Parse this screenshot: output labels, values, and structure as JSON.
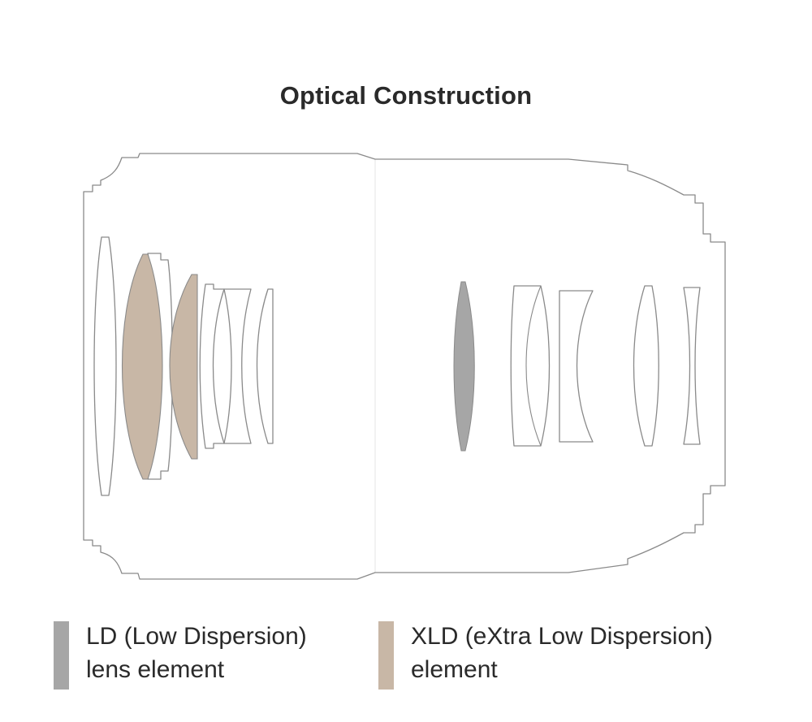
{
  "title": "Optical Construction",
  "colors": {
    "outline": "#8a8a8a",
    "ld_fill": "#a6a6a6",
    "xld_fill": "#c8b7a6",
    "background": "#ffffff"
  },
  "legend": [
    {
      "key": "ld",
      "line1": "LD (Low Dispersion)",
      "line2": "lens element",
      "color": "#a6a6a6"
    },
    {
      "key": "xld",
      "line1": "XLD (eXtra Low Dispersion)",
      "line2": "element",
      "color": "#c8b7a6"
    }
  ],
  "lens_elements": [
    {
      "id": "element-1",
      "type": "plain"
    },
    {
      "id": "element-2",
      "type": "xld"
    },
    {
      "id": "element-3",
      "type": "plain"
    },
    {
      "id": "element-4",
      "type": "xld"
    },
    {
      "id": "element-5",
      "type": "plain"
    },
    {
      "id": "element-6",
      "type": "plain"
    },
    {
      "id": "element-7",
      "type": "plain"
    },
    {
      "id": "element-8",
      "type": "ld"
    },
    {
      "id": "element-9",
      "type": "plain"
    },
    {
      "id": "element-10",
      "type": "plain"
    },
    {
      "id": "element-11",
      "type": "plain"
    },
    {
      "id": "element-12",
      "type": "plain"
    },
    {
      "id": "element-13",
      "type": "plain"
    },
    {
      "id": "element-14",
      "type": "plain"
    }
  ]
}
